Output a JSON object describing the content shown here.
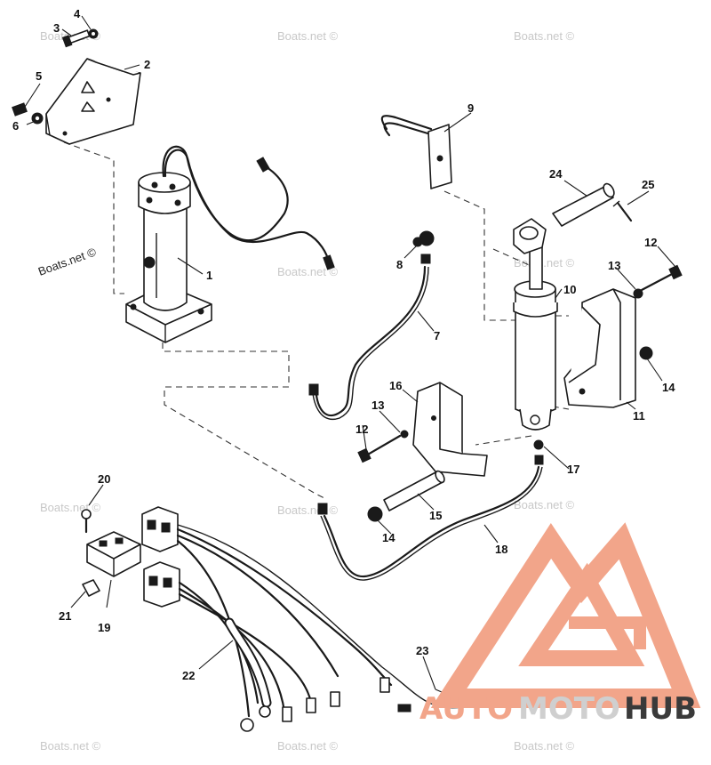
{
  "watermark": "Boats.net ©",
  "brand": {
    "part1": "AUTO",
    "part2": "MOTO",
    "part3": "HUB",
    "color_primary": "#f2a58a",
    "color_secondary": "#cfcfcf",
    "color_tertiary": "#3a3a3a"
  },
  "callouts": [
    "1",
    "2",
    "3",
    "4",
    "5",
    "6",
    "7",
    "8",
    "9",
    "10",
    "11",
    "12",
    "13",
    "14",
    "15",
    "16",
    "17",
    "18",
    "19",
    "20",
    "21",
    "22",
    "23",
    "24",
    "25"
  ],
  "callouts_repeat": {
    "n12b": "12",
    "n13b": "13",
    "n14b": "14"
  }
}
